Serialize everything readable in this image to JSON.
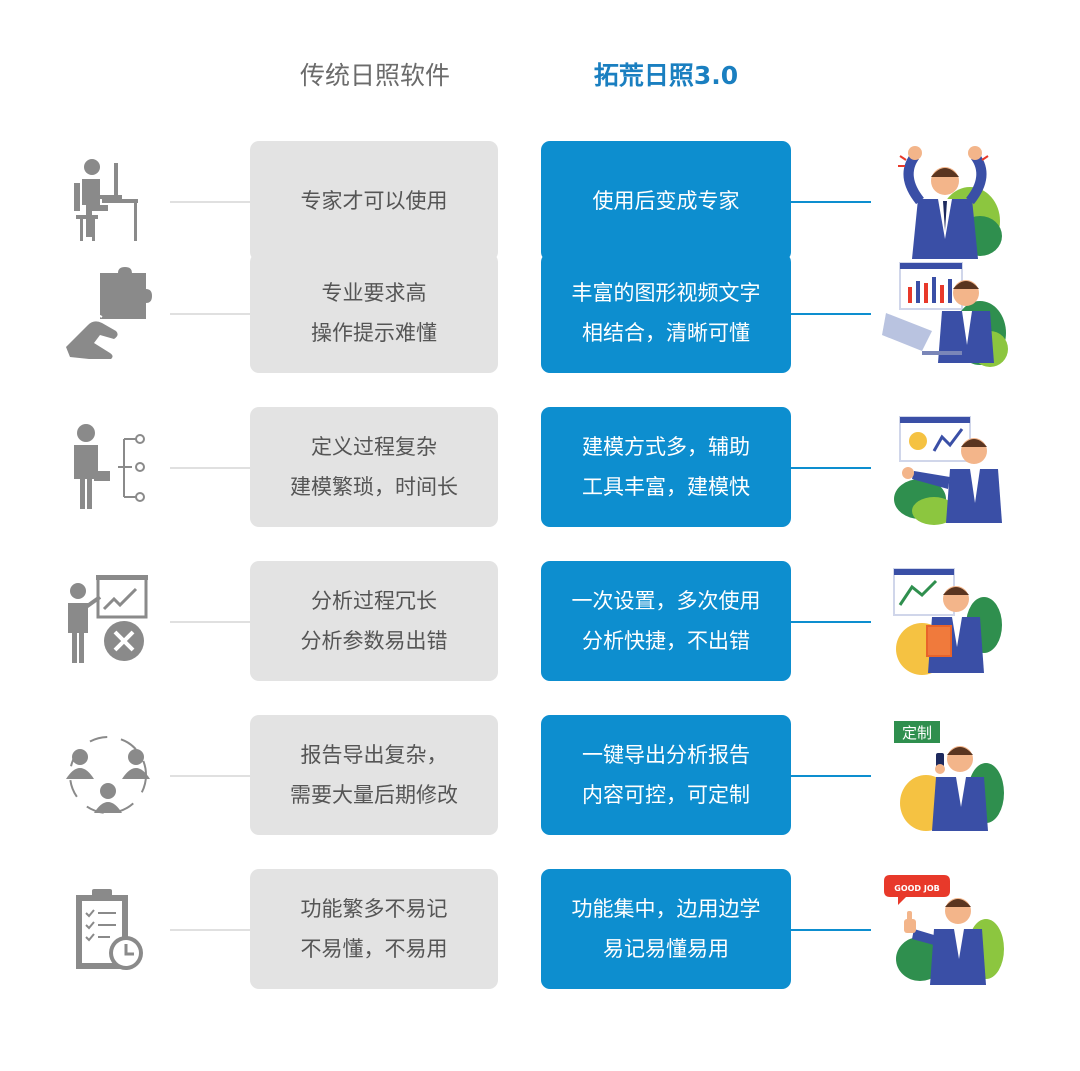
{
  "header": {
    "left": "传统日照软件",
    "right": "拓荒日照3.0"
  },
  "colors": {
    "accent": "#0d8ecf",
    "gray_box": "#e3e3e3",
    "icon_gray": "#8a8a8a"
  },
  "rows": [
    {
      "left_icon": "person-at-desk-icon",
      "left": [
        "专家才可以使用"
      ],
      "right": [
        "使用后变成专家"
      ],
      "illustration": "excited-businessman-illustration"
    },
    {
      "left_icon": "hand-holding-puzzle-icon",
      "left": [
        "专业要求高",
        "操作提示难懂"
      ],
      "right": [
        "丰富的图形视频文字",
        "相结合，清晰可懂"
      ],
      "illustration": "businessman-with-laptop-chart-illustration"
    },
    {
      "left_icon": "person-with-flowchart-icon",
      "left": [
        "定义过程复杂",
        "建模繁琐，时间长"
      ],
      "right": [
        "建模方式多，辅助",
        "工具丰富，建模快"
      ],
      "illustration": "businessman-presenting-chart-illustration"
    },
    {
      "left_icon": "person-with-failed-chart-icon",
      "left": [
        "分析过程冗长",
        "分析参数易出错"
      ],
      "right": [
        "一次设置，多次使用",
        "分析快捷，不出错"
      ],
      "illustration": "businessman-with-folder-illustration"
    },
    {
      "left_icon": "people-network-icon",
      "left": [
        "报告导出复杂，",
        "需要大量后期修改"
      ],
      "right": [
        "一键导出分析报告",
        "内容可控，可定制"
      ],
      "illustration": "businessman-with-phone-illustration",
      "badge": "定制"
    },
    {
      "left_icon": "clipboard-clock-icon",
      "left": [
        "功能繁多不易记",
        "不易懂，不易用"
      ],
      "right": [
        "功能集中，边用边学",
        "易记易懂易用"
      ],
      "illustration": "businessman-thumbs-up-illustration",
      "badge": "GOOD JOB"
    }
  ]
}
